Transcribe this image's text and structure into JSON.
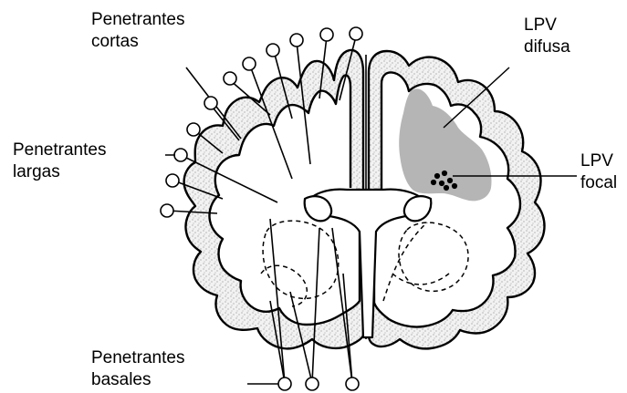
{
  "labels": {
    "penetrantes_cortas": [
      "Penetrantes",
      "cortas"
    ],
    "penetrantes_largas": [
      "Penetrantes",
      "largas"
    ],
    "penetrantes_basales": [
      "Penetrantes",
      "basales"
    ],
    "lpv_difusa": [
      "LPV",
      "difusa"
    ],
    "lpv_focal": [
      "LPV",
      "focal"
    ]
  },
  "colors": {
    "lesion_fill": "#b5b5b5",
    "outline": "#000000",
    "background": "#ffffff"
  }
}
